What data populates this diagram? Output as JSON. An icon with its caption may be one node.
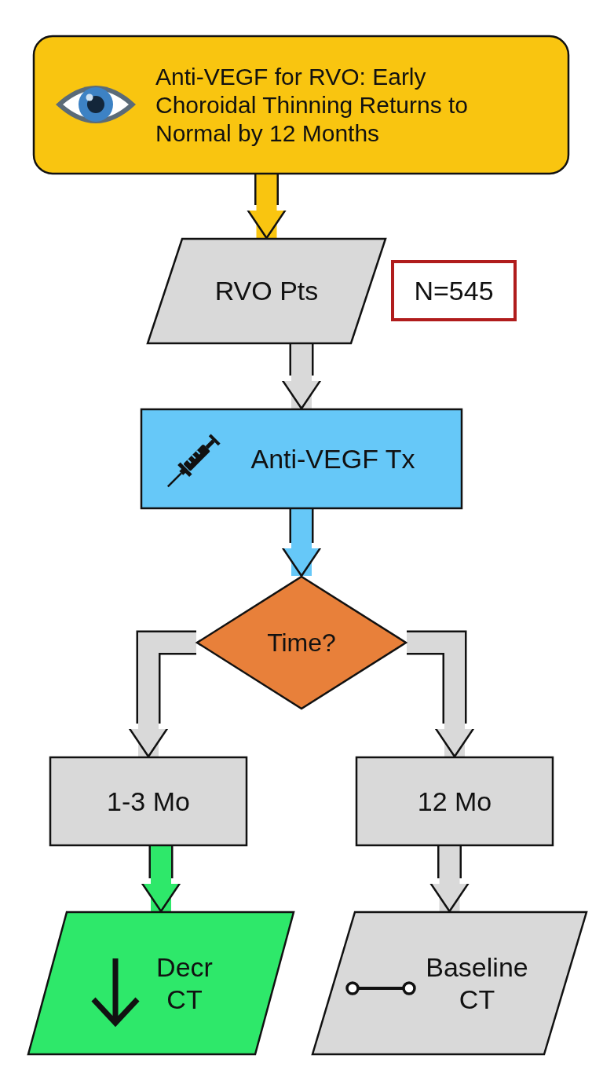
{
  "diagram": {
    "nodes": [
      {
        "text": [
          "Anti-VEGF for RVO: Early Choroidal Thinning Returns to Normal by 12 Months"
        ]
      },
      {
        "text": [
          "RVO Pts"
        ]
      },
      {
        "text": [
          "N=545"
        ]
      },
      {
        "text": [
          "Anti-VEGF Tx"
        ]
      },
      {
        "text": [
          "Time?"
        ]
      },
      {
        "text": [
          "1-3 Mo"
        ]
      },
      {
        "text": [
          "12 Mo"
        ]
      },
      {
        "text": [
          "Decr CT"
        ]
      },
      {
        "text": [
          "Baseline CT"
        ]
      }
    ],
    "edges": [
      {
        "from": 0,
        "to": 1,
        "arrow": "to",
        "color": "#f9c510"
      },
      {
        "from": 1,
        "to": 3,
        "arrow": "to"
      },
      {
        "from": 3,
        "to": 4,
        "arrow": "to",
        "color": "#66c8f8"
      },
      {
        "from": 4,
        "to": 5,
        "arrow": "to"
      },
      {
        "from": 4,
        "to": 6,
        "arrow": "to"
      },
      {
        "from": 5,
        "to": 7,
        "arrow": "to",
        "color": "#2ee86a"
      },
      {
        "from": 6,
        "to": 8,
        "arrow": "to"
      }
    ]
  }
}
